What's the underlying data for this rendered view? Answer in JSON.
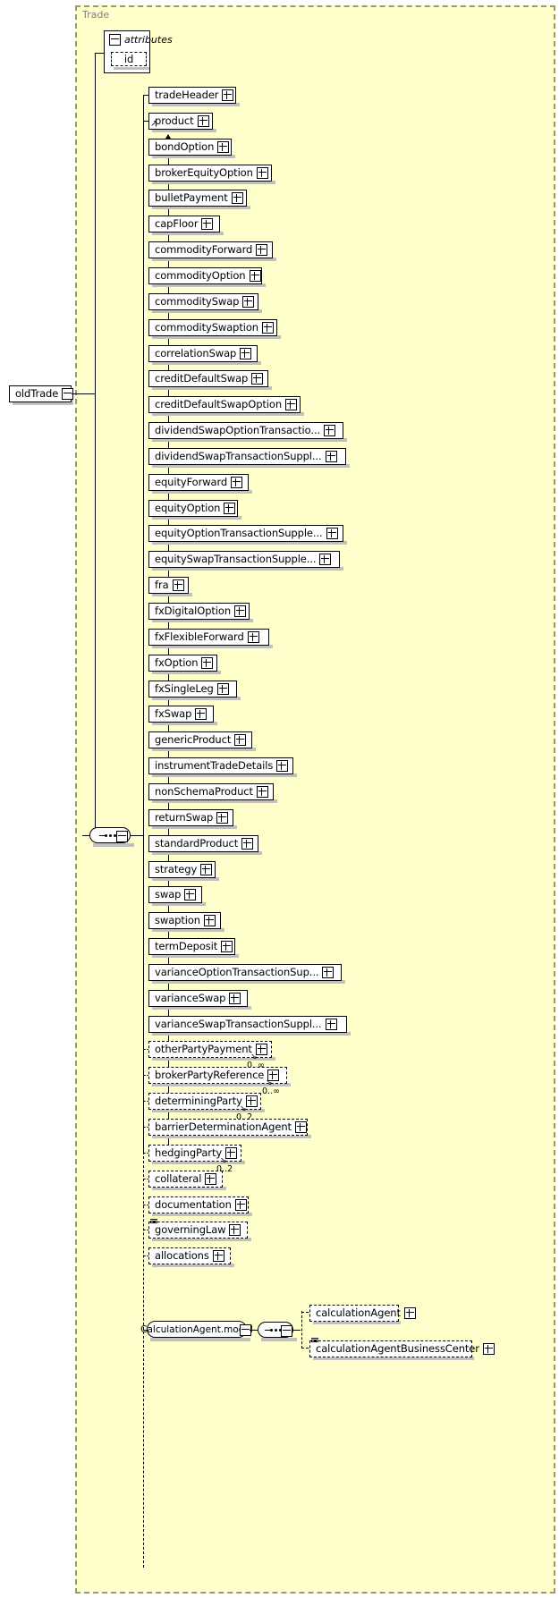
{
  "diagram": {
    "type": "xsd-schema-diagram",
    "root_element": {
      "name": "oldTrade",
      "control": "minus"
    },
    "complex_type": {
      "label": "Trade"
    },
    "attributes_group": {
      "label": "attributes",
      "control": "minus",
      "items": [
        {
          "name": "id",
          "required": false
        }
      ]
    },
    "sequence_connector": {
      "kind": "sequence",
      "control": "minus"
    },
    "children": [
      {
        "name": "tradeHeader",
        "required": true,
        "control": "plus"
      },
      {
        "name": "product",
        "required": true,
        "control": "plus",
        "abstract": true
      },
      {
        "name": "bondOption",
        "required": true,
        "control": "plus",
        "substitution": true
      },
      {
        "name": "brokerEquityOption",
        "required": true,
        "control": "plus",
        "substitution": true
      },
      {
        "name": "bulletPayment",
        "required": true,
        "control": "plus",
        "substitution": true
      },
      {
        "name": "capFloor",
        "required": true,
        "control": "plus",
        "substitution": true
      },
      {
        "name": "commodityForward",
        "required": true,
        "control": "plus",
        "substitution": true
      },
      {
        "name": "commodityOption",
        "required": true,
        "control": "plus",
        "substitution": true
      },
      {
        "name": "commoditySwap",
        "required": true,
        "control": "plus",
        "substitution": true
      },
      {
        "name": "commoditySwaption",
        "required": true,
        "control": "plus",
        "substitution": true
      },
      {
        "name": "correlationSwap",
        "required": true,
        "control": "plus",
        "substitution": true
      },
      {
        "name": "creditDefaultSwap",
        "required": true,
        "control": "plus",
        "substitution": true
      },
      {
        "name": "creditDefaultSwapOption",
        "required": true,
        "control": "plus",
        "substitution": true
      },
      {
        "name": "dividendSwapOptionTransactio...",
        "required": true,
        "control": "plus",
        "substitution": true
      },
      {
        "name": "dividendSwapTransactionSuppl...",
        "required": true,
        "control": "plus",
        "substitution": true
      },
      {
        "name": "equityForward",
        "required": true,
        "control": "plus",
        "substitution": true
      },
      {
        "name": "equityOption",
        "required": true,
        "control": "plus",
        "substitution": true
      },
      {
        "name": "equityOptionTransactionSupple...",
        "required": true,
        "control": "plus",
        "substitution": true
      },
      {
        "name": "equitySwapTransactionSupple...",
        "required": true,
        "control": "plus",
        "substitution": true
      },
      {
        "name": "fra",
        "required": true,
        "control": "plus",
        "substitution": true
      },
      {
        "name": "fxDigitalOption",
        "required": true,
        "control": "plus",
        "substitution": true
      },
      {
        "name": "fxFlexibleForward",
        "required": true,
        "control": "plus",
        "substitution": true
      },
      {
        "name": "fxOption",
        "required": true,
        "control": "plus",
        "substitution": true
      },
      {
        "name": "fxSingleLeg",
        "required": true,
        "control": "plus",
        "substitution": true
      },
      {
        "name": "fxSwap",
        "required": true,
        "control": "plus",
        "substitution": true
      },
      {
        "name": "genericProduct",
        "required": true,
        "control": "plus",
        "substitution": true
      },
      {
        "name": "instrumentTradeDetails",
        "required": true,
        "control": "plus",
        "substitution": true
      },
      {
        "name": "nonSchemaProduct",
        "required": true,
        "control": "plus",
        "substitution": true
      },
      {
        "name": "returnSwap",
        "required": true,
        "control": "plus",
        "substitution": true
      },
      {
        "name": "standardProduct",
        "required": true,
        "control": "plus",
        "substitution": true
      },
      {
        "name": "strategy",
        "required": true,
        "control": "plus",
        "substitution": true
      },
      {
        "name": "swap",
        "required": true,
        "control": "plus",
        "substitution": true
      },
      {
        "name": "swaption",
        "required": true,
        "control": "plus",
        "substitution": true
      },
      {
        "name": "termDeposit",
        "required": true,
        "control": "plus",
        "substitution": true
      },
      {
        "name": "varianceOptionTransactionSup...",
        "required": true,
        "control": "plus",
        "substitution": true
      },
      {
        "name": "varianceSwap",
        "required": true,
        "control": "plus",
        "substitution": true
      },
      {
        "name": "varianceSwapTransactionSuppl...",
        "required": true,
        "control": "plus",
        "substitution": true
      },
      {
        "name": "otherPartyPayment",
        "required": false,
        "control": "plus",
        "occurs": "0..∞"
      },
      {
        "name": "brokerPartyReference",
        "required": false,
        "control": "plus",
        "occurs": "0..∞"
      },
      {
        "name": "determiningParty",
        "required": false,
        "control": "plus",
        "occurs": "0..2"
      },
      {
        "name": "barrierDeterminationAgent",
        "required": false,
        "control": "plus"
      },
      {
        "name": "hedgingParty",
        "required": false,
        "control": "plus",
        "occurs": "0..2"
      },
      {
        "name": "collateral",
        "required": false,
        "control": "plus"
      },
      {
        "name": "documentation",
        "required": false,
        "control": "plus"
      },
      {
        "name": "governingLaw",
        "required": false,
        "control": "plus",
        "repeat_marker": true
      },
      {
        "name": "allocations",
        "required": false,
        "control": "plus"
      }
    ],
    "calculation_agent_group": {
      "model_label": "CalculationAgent.model",
      "model_control": "minus",
      "connector_kind": "sequence",
      "connector_control": "minus",
      "items": [
        {
          "name": "calculationAgent",
          "required": false,
          "control": "plus"
        },
        {
          "name": "calculationAgentBusinessCenter",
          "required": false,
          "control": "plus",
          "repeat_marker": true
        }
      ]
    },
    "colors": {
      "background": "#ffffff",
      "complex_type_fill": "#ffffcc",
      "complex_type_border": "#9a9a70",
      "node_fill": "#ffffff",
      "node_border": "#000000",
      "shadow": "#c0c0c0",
      "label_text": "#000000",
      "type_label_text": "#808080"
    }
  }
}
